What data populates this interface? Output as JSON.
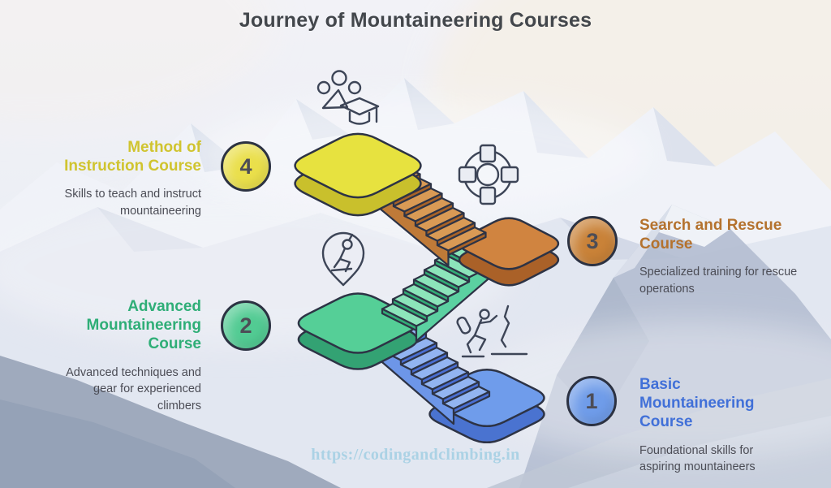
{
  "title": "Journey of Mountaineering Courses",
  "watermark": "https://codingandclimbing.in",
  "items": [
    {
      "number": "1",
      "title": "Basic Mountaineering Course",
      "description": "Foundational skills for aspiring mountaineers",
      "title_color": "#4170d8",
      "circle_color": "#6f9ce9"
    },
    {
      "number": "2",
      "title": "Advanced Mountaineering Course",
      "description": "Advanced techniques and gear for experienced climbers",
      "title_color": "#2fae77",
      "circle_color": "#52cb93"
    },
    {
      "number": "3",
      "title": "Search and Rescue Course",
      "description": "Specialized training for rescue operations",
      "title_color": "#b4722e",
      "circle_color": "#c98238"
    },
    {
      "number": "4",
      "title": "Method of Instruction Course",
      "description": "Skills to teach and instruct mountaineering",
      "title_color": "#d0c42f",
      "circle_color": "#eadf4b"
    }
  ],
  "art": {
    "outline": "#2d3345",
    "icon_stroke": "#3d4557",
    "platforms": {
      "yellow": {
        "top": "#e7e23f",
        "side": "#c9c02c"
      },
      "green": {
        "top": "#55cf97",
        "side": "#33a273"
      },
      "orange": {
        "top": "#d08440",
        "side": "#aa6128"
      },
      "blue": {
        "top": "#6f9ceb",
        "side": "#4a73d0"
      }
    },
    "stairs": {
      "orange": {
        "tread": "#d99a55",
        "riser": "#a96327",
        "stringer": "#bf7a38"
      },
      "green": {
        "tread": "#8ce4ba",
        "riser": "#33ac77",
        "stringer": "#5bd1a1"
      },
      "blue": {
        "tread": "#92b4f1",
        "riser": "#4a6fd3",
        "stringer": "#6d96e8"
      }
    },
    "icons": [
      "instructor-graduation-icon",
      "lifebuoy-icon",
      "climber-pin-icon",
      "hiker-icon"
    ]
  }
}
